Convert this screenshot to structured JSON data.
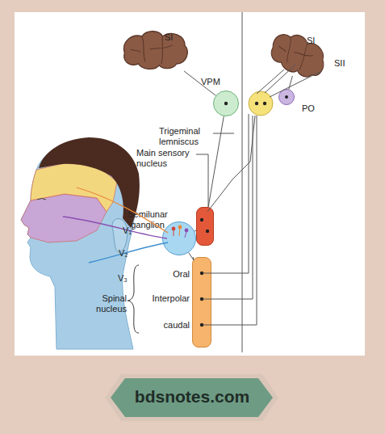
{
  "diagram": {
    "nodes": [
      {
        "text": [
          "SI"
        ]
      },
      {
        "text": [
          "SI",
          "SII"
        ]
      },
      {
        "text": [
          "VPM"
        ]
      },
      {
        "text": [
          "PO"
        ]
      },
      {
        "text": [
          "Main sensory nucleus"
        ]
      },
      {
        "text": [
          "Semilunar ganglion"
        ]
      },
      {
        "text": [
          "Spinal nucleus"
        ]
      },
      {
        "text": [
          "Oral"
        ],
        "in": 6
      },
      {
        "text": [
          "Interpolar"
        ],
        "in": 6
      },
      {
        "text": [
          "caudal"
        ],
        "in": 6
      }
    ],
    "edges": [
      {
        "from": 5,
        "to": 4,
        "arrow": "none"
      },
      {
        "from": 4,
        "to": 2,
        "arrow": "none"
      },
      {
        "from": 2,
        "to": 0,
        "arrow": "none"
      },
      {
        "from": 3,
        "to": 1,
        "arrow": "none"
      },
      {
        "from": 5,
        "to": 6,
        "arrow": "none"
      }
    ],
    "labels": [
      "Trigeminal lemniscus",
      "V₁",
      "V₂",
      "V₃",
      "bdsnotes.com"
    ]
  }
}
